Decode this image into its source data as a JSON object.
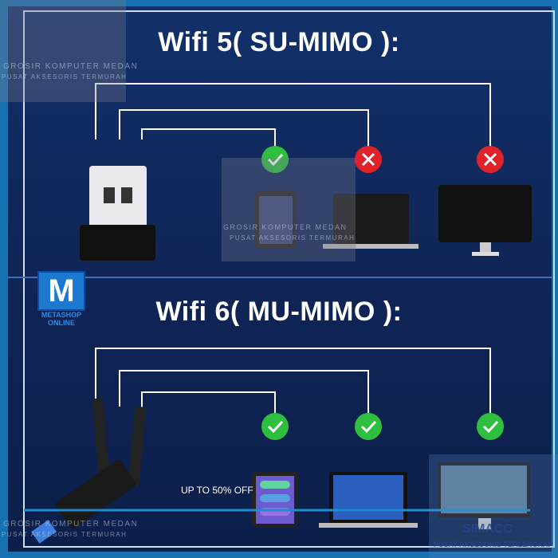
{
  "sections": [
    {
      "title": "Wifi 5( SU-MIMO ):",
      "devices": [
        {
          "name": "tablet",
          "status": "supported"
        },
        {
          "name": "laptop",
          "status": "not-supported"
        },
        {
          "name": "monitor",
          "status": "not-supported"
        }
      ]
    },
    {
      "title": "Wifi 6( MU-MIMO ):",
      "devices": [
        {
          "name": "tablet",
          "status": "supported"
        },
        {
          "name": "laptop",
          "status": "supported"
        },
        {
          "name": "monitor",
          "status": "supported"
        }
      ]
    }
  ],
  "promo": "UP TO 50% OFF",
  "watermarks": {
    "grosir_name": "GROSIR KOMPUTER MEDAN",
    "grosir_tagline": "PUSAT AKSESORIS TERMURAH",
    "simacc_name": "SIMACC",
    "simacc_tagline": "PUSAT AKSESORIS TERLENGKAP",
    "metashop_letter": "M",
    "metashop_name": "METASHOP ONLINE"
  },
  "colors": {
    "check": "#2fbf3f",
    "cross": "#e0222a",
    "line": "#ffffff",
    "accent": "#1571b0"
  }
}
